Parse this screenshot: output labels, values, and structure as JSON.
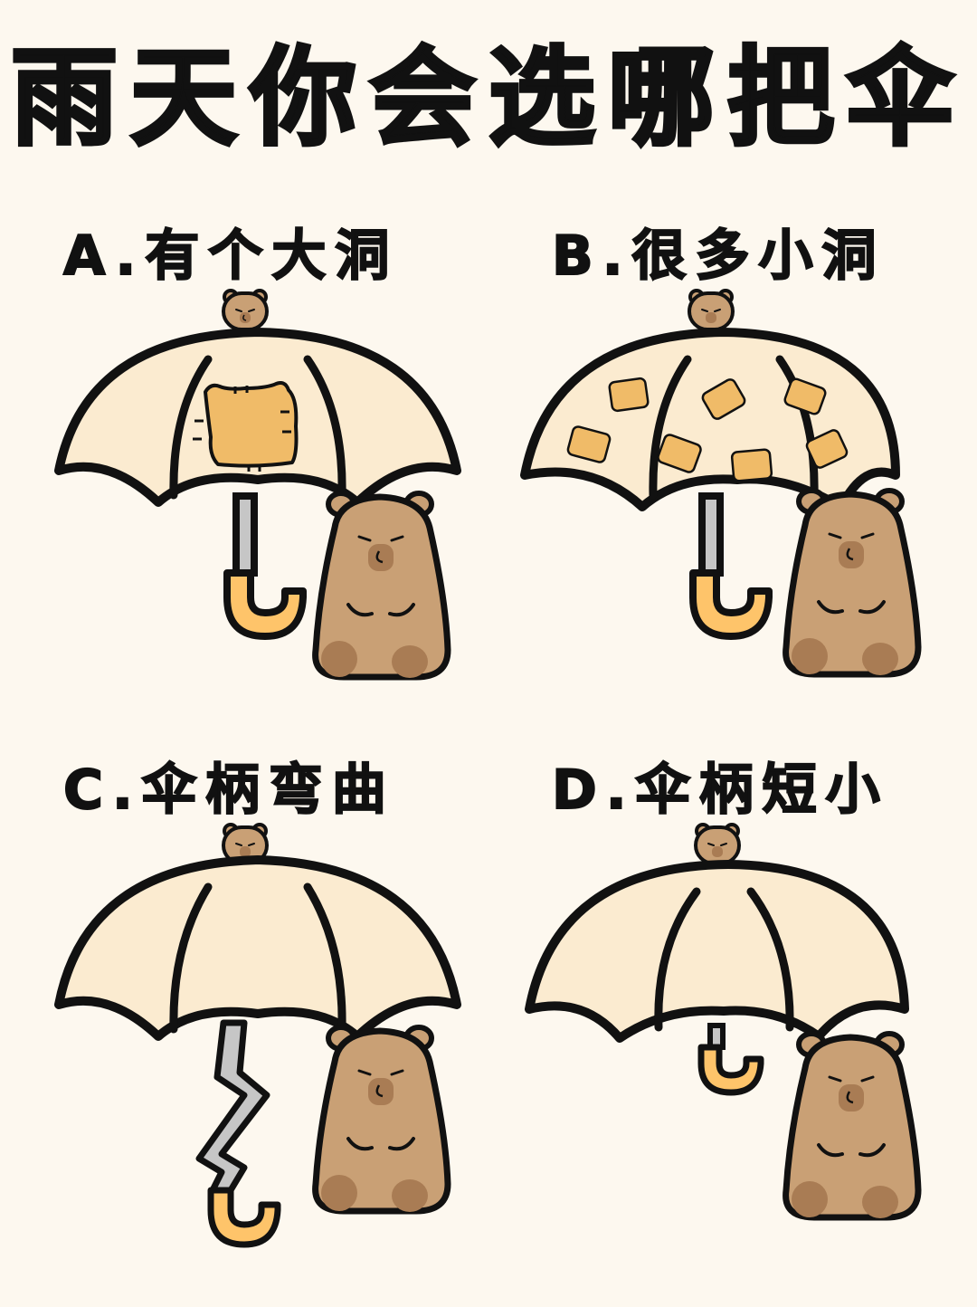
{
  "title": "雨天你会选哪把伞",
  "colors": {
    "background": "#fdf8ef",
    "canopy": "#fbebd0",
    "outline": "#111111",
    "shaft": "#c6c6c6",
    "handle": "#fec46a",
    "patch": "#f0bb68",
    "capybara_body": "#c9a075",
    "capybara_dark": "#a97c54"
  },
  "options": [
    {
      "letter": "A",
      "label": "A.有个大洞",
      "umbrella": "one-large-hole"
    },
    {
      "letter": "B",
      "label": "B.很多小洞",
      "umbrella": "many-small-holes"
    },
    {
      "letter": "C",
      "label": "C.伞柄弯曲",
      "umbrella": "bent-handle"
    },
    {
      "letter": "D",
      "label": "D.伞柄短小",
      "umbrella": "short-handle"
    }
  ]
}
